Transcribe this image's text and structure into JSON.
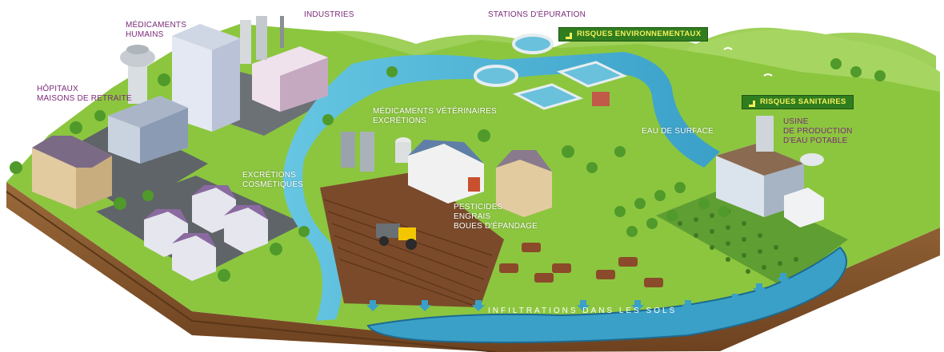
{
  "labels": {
    "medicaments_humains": "MÉDICAMENTS\nHUMAINS",
    "industries": "INDUSTRIES",
    "stations": "STATIONS D'ÉPURATION",
    "hopitaux": "HÔPITAUX\nMAISONS DE RETRAITE",
    "veterinaires": "MÉDICAMENTS VÉTÉRINAIRES\nEXCRÉTIONS",
    "excretions": "EXCRÉTIONS\nCOSMÉTIQUES",
    "pesticides": "PESTICIDES\nENGRAIS\nBOUES D'ÉPANDAGE",
    "eau_surface": "EAU DE SURFACE",
    "usine": "USINE\nDE PRODUCTION\nD'EAU POTABLE",
    "infiltrations": "INFILTRATIONS DANS LES SOLS"
  },
  "risks": {
    "environnementaux": "RISQUES ENVIRONNEMENTAUX",
    "sanitaires": "RISQUES SANITAIRES"
  },
  "colors": {
    "grass": "#8cc63f",
    "soil": "#8b5a2b",
    "water": "#4db6d6",
    "label_purple": "#7a2a78",
    "risk_green": "#2f7d1f",
    "risk_yellow": "#f4f05a"
  }
}
